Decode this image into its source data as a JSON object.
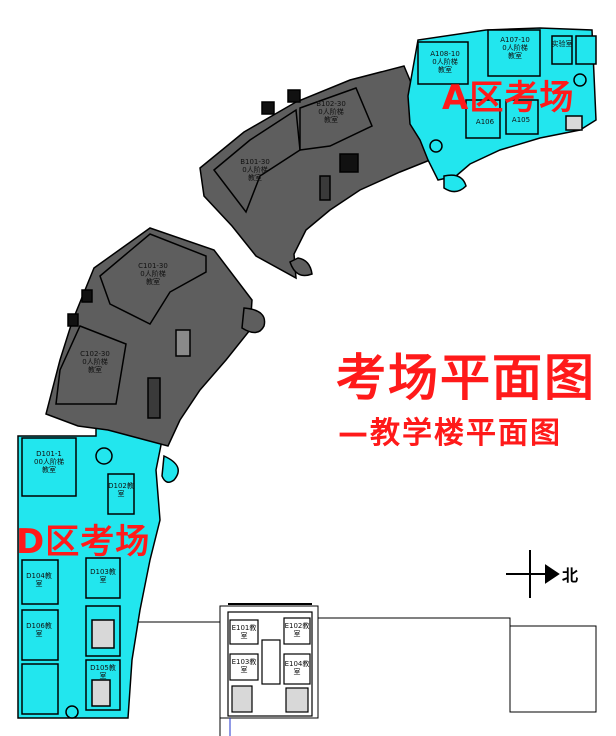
{
  "title": "考场平面图",
  "subtitle": "—教学楼平面图",
  "zones": {
    "a": {
      "label": "A区考场",
      "color": "#22e6ee"
    },
    "d": {
      "label": "D区考场",
      "color": "#22e6ee"
    }
  },
  "colors": {
    "title": "#ff1a1a",
    "hall": "#5e5e5e",
    "zone": "#22e6ee",
    "outline": "#000000"
  },
  "compass": {
    "label": "北",
    "icon": "north-arrow-icon"
  },
  "rooms": {
    "a1": "A108-100人阶梯教室",
    "a2": "A107-100人阶梯教室",
    "a3": "A106",
    "a4": "A105",
    "a5": "实验室",
    "b1": "B102-300人阶梯教室",
    "b2": "B101-300人阶梯教室",
    "c1": "C101-300人阶梯教室",
    "c2": "C102-300人阶梯教室",
    "d1": "D101-100人阶梯教室",
    "d2": "D102教室",
    "d3": "D104教室",
    "d4": "D103教室",
    "d5": "D106教室",
    "d6": "D105教室",
    "e1": "E101教室",
    "e2": "E102教室",
    "e3": "E103教室",
    "e4": "E104教室"
  }
}
